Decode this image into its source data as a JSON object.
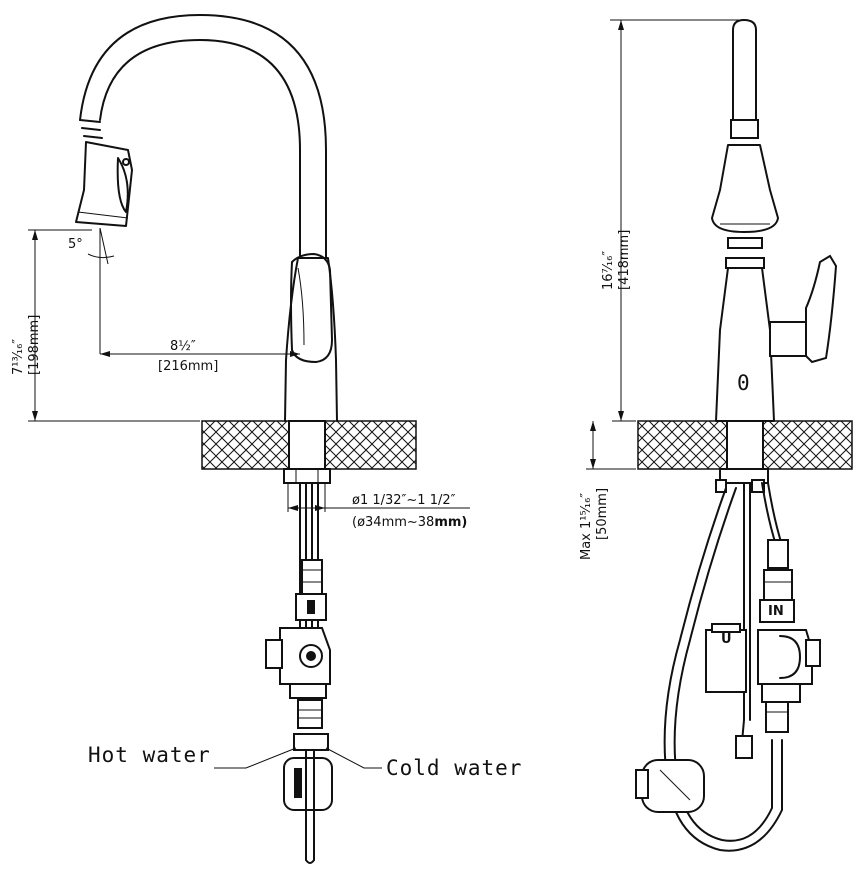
{
  "dimensions": {
    "angle": "5°",
    "reach_in": "8½″",
    "reach_mm": "[216mm]",
    "spout_clear_in": "7¹³⁄₁₆″",
    "spout_clear_mm": "[198mm]",
    "total_height_in": "16⁷⁄₁₆″",
    "total_height_mm": "[418mm]",
    "deck_thickness_in": "Max 1¹⁵⁄₁₆″",
    "deck_thickness_mm": "[50mm]",
    "hole_dia_in": "ø1 1/32″~1 1/2″",
    "hole_dia_mm_prefix": "(ø34mm~38",
    "hole_dia_mm_unit": "mm)"
  },
  "labels": {
    "hot_water": "Hot water",
    "cold_water": "Cold water",
    "sensor_mark": "0",
    "valve_in": "IN",
    "filter_mark": "U"
  }
}
